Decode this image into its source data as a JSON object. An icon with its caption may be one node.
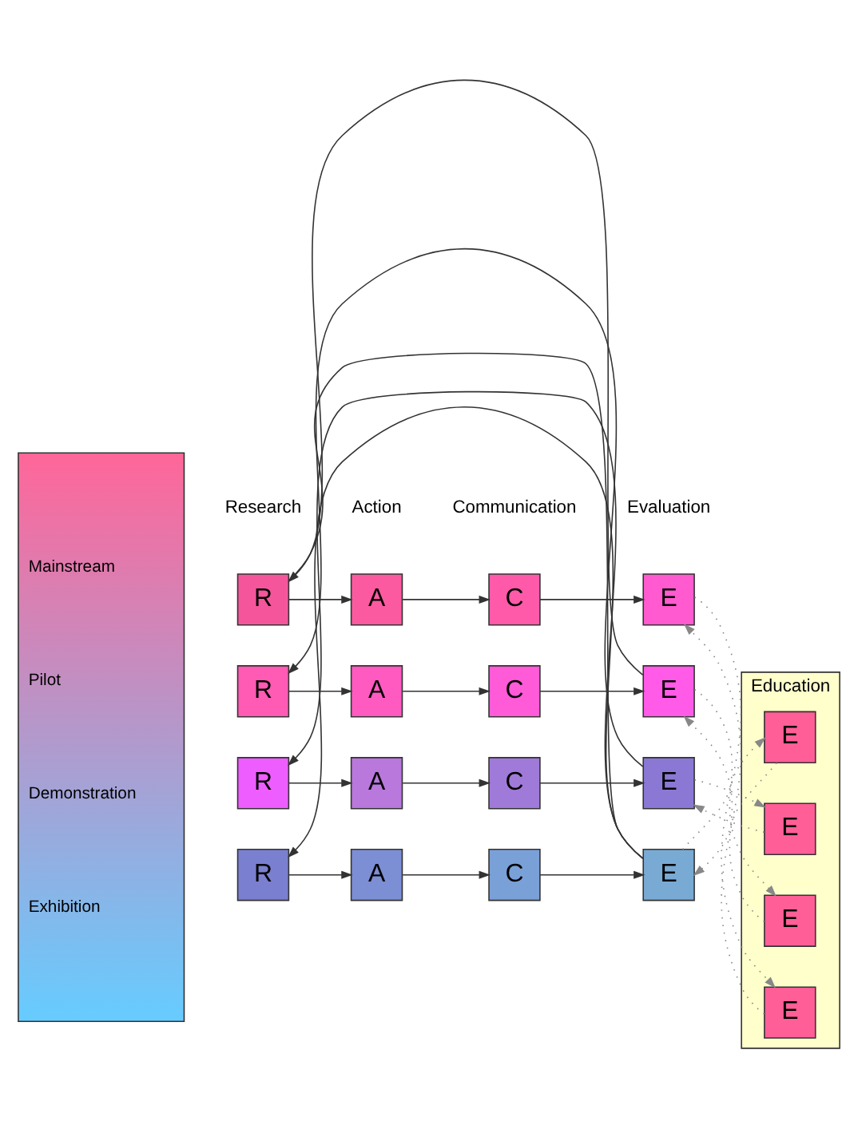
{
  "diagram": {
    "nodes": [
      {
        "text": [
          "Mainstream",
          "Pilot",
          "Demonstration",
          "Exhibition"
        ]
      },
      {
        "text": [
          "Education"
        ]
      },
      {
        "text": [
          "R"
        ]
      },
      {
        "text": [
          "A"
        ]
      },
      {
        "text": [
          "C"
        ]
      },
      {
        "text": [
          "E"
        ]
      },
      {
        "text": [
          "R"
        ]
      },
      {
        "text": [
          "A"
        ]
      },
      {
        "text": [
          "C"
        ]
      },
      {
        "text": [
          "E"
        ]
      },
      {
        "text": [
          "R"
        ]
      },
      {
        "text": [
          "A"
        ]
      },
      {
        "text": [
          "C"
        ]
      },
      {
        "text": [
          "E"
        ]
      },
      {
        "text": [
          "R"
        ]
      },
      {
        "text": [
          "A"
        ]
      },
      {
        "text": [
          "C"
        ]
      },
      {
        "text": [
          "E"
        ]
      },
      {
        "text": [
          "E"
        ],
        "in": 1
      },
      {
        "text": [
          "E"
        ],
        "in": 1
      },
      {
        "text": [
          "E"
        ],
        "in": 1
      },
      {
        "text": [
          "E"
        ],
        "in": 1
      }
    ],
    "edges": [
      {
        "from": 2,
        "to": 3,
        "arrow": "to"
      },
      {
        "from": 3,
        "to": 4,
        "arrow": "to"
      },
      {
        "from": 4,
        "to": 5,
        "arrow": "to"
      },
      {
        "from": 5,
        "to": 18,
        "arrow": "to",
        "style": "dashed",
        "color": "#888888"
      },
      {
        "from": 18,
        "to": 5,
        "arrow": "to",
        "style": "dashed",
        "color": "#888888"
      },
      {
        "from": 6,
        "to": 7,
        "arrow": "to"
      },
      {
        "from": 7,
        "to": 8,
        "arrow": "to"
      },
      {
        "from": 8,
        "to": 9,
        "arrow": "to"
      },
      {
        "from": 9,
        "to": 19,
        "arrow": "to",
        "style": "dashed",
        "color": "#888888"
      },
      {
        "from": 19,
        "to": 9,
        "arrow": "to",
        "style": "dashed",
        "color": "#888888"
      },
      {
        "from": 10,
        "to": 11,
        "arrow": "to"
      },
      {
        "from": 11,
        "to": 12,
        "arrow": "to"
      },
      {
        "from": 12,
        "to": 13,
        "arrow": "to"
      },
      {
        "from": 13,
        "to": 20,
        "arrow": "to",
        "style": "dashed",
        "color": "#888888"
      },
      {
        "from": 20,
        "to": 13,
        "arrow": "to",
        "style": "dashed",
        "color": "#888888"
      },
      {
        "from": 14,
        "to": 15,
        "arrow": "to"
      },
      {
        "from": 15,
        "to": 16,
        "arrow": "to"
      },
      {
        "from": 16,
        "to": 17,
        "arrow": "to"
      },
      {
        "from": 17,
        "to": 21,
        "arrow": "to",
        "style": "dashed",
        "color": "#888888"
      },
      {
        "from": 21,
        "to": 17,
        "arrow": "to",
        "style": "dashed",
        "color": "#888888"
      },
      {
        "from": 9,
        "to": 2,
        "arrow": "to"
      },
      {
        "from": 13,
        "to": 6,
        "arrow": "to"
      },
      {
        "from": 17,
        "to": 10,
        "arrow": "to"
      },
      {
        "from": 17,
        "to": 14,
        "arrow": "to"
      },
      {
        "from": 17,
        "to": 2,
        "arrow": "none"
      }
    ],
    "labels": [
      "Research",
      "Action",
      "Communication",
      "Evaluation"
    ]
  }
}
